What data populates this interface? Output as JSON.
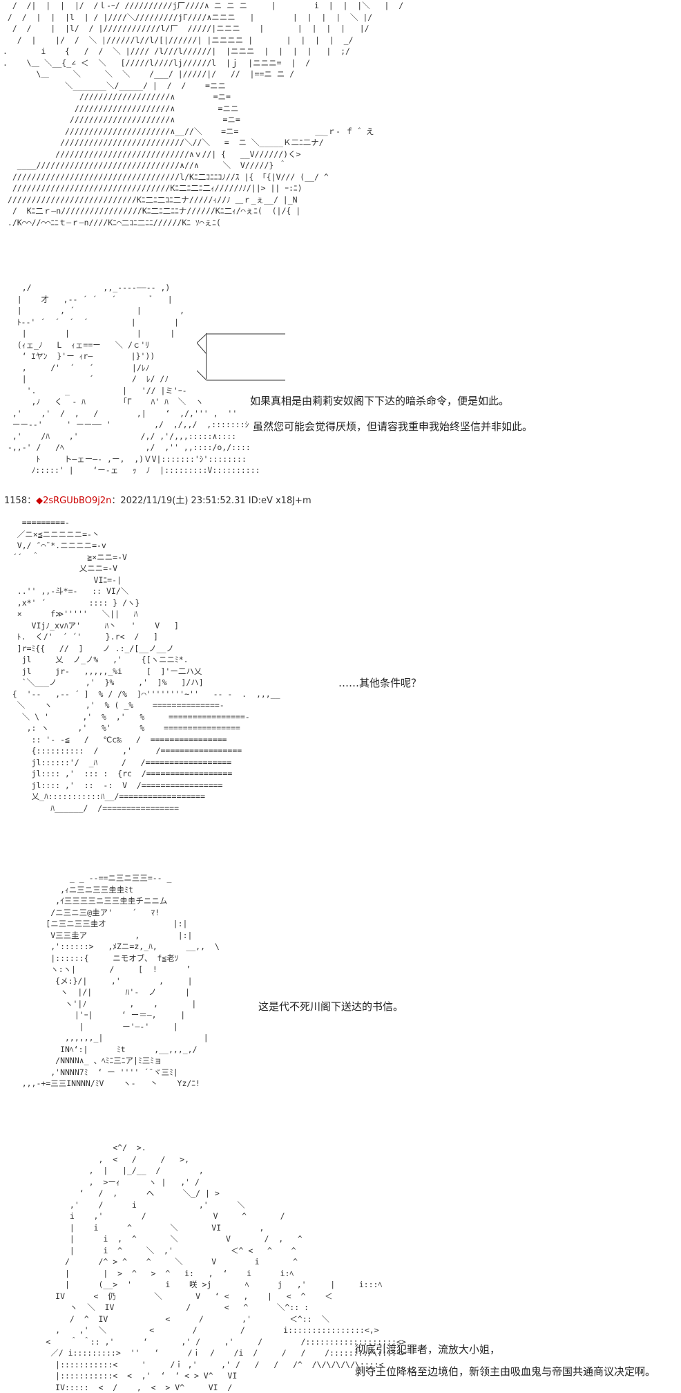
{
  "art_blocks": {
    "city": "  /  /|  |  |  |/  /ｌ-ｰ/ //////////j厂////∧ ニ ニ ニ     |        i  |  |  |＼   |  /\n /  /  |  |  |l  | / |////＼/////////jГ////∧ニニニ   |        |  |  |  |  ＼ |/\n  /  /    |  |l/  / |////////////l/厂  /////|ニニニ    |       |  |  |  |   |/\n   /  |    |/  /  ＼ |//////l//l/[|//////| |ニニニニ |       |  |  |  |  _/\n.       i    {   /  /  ＼ |//// /l///l//////|  |ニニニ  |  |  |  |   |  ;/\n.    \\＿ ＼__{_∠ ＜  ＼   [/////l////lj//////l  |ｊ  |ニニニ=  |  /\n       \\＿     ＼     ＼  ＼    /___/ |/////|/   //  |==ニ ニ /\n             ＼_______＼/_____/ |  /  /    =ニニ\n                ///////////////////∧        =ニ=\n               ////////////////////∧         =ニニ\n              /////////////////////∧          =ニ=\n             //////////////////////∧__//＼    =ニ=                ＿_ｒ- ｆ ゛え\n            //////////////////////////＼//＼   =  ニ ＼_____Ｋ二ﾆ二ナ/\n           ////////////////////////////∧ｖ//| {   __V//////)く>\n   ____//////////////////////////////∧//∧     ＼  V/////} ＾\n  ///////////////////////////////////l/Kﾆ二ｺﾆﾆｺﾉ//ｽ |{ 「{|V/// (__/ ^\n  /////////////////////////////////Kﾆ二ﾆ二ﾆ二ｨ/////ﾉﾉ/||> || ｰ:ﾆ)\n ///////////////////////////Kﾆ二ﾆ二ｺﾆ二ナ/////ｨ//ﾉ ＿ｒ_ぇ__/ |_N\n  /  Kﾆ二ｒ—n/////////////////Kﾆ二ﾆ二ﾆﾆナ//////Kﾆ二ｨ/⌒ぇﾆ(  (|/{ |\n ./K⌒⌒//⌒⌒ﾆﾆｔ—ｒ—n////Kﾆ⌒二ｺﾆ二ﾆﾆ//////Kﾆ ｿ⌒ぇﾆ(",
    "man": "    ,/               ,,_----——-- ,)\n   |    才   ,-- ´ ´   ´       ﾞ   |\n   |        , ´             |        ,\n   ﾄ--' ´  ´  ´  ´         |        |\n    |        |              |      |\n   (ｨェ_ﾉ   L  ｨェ==ー   ＼ /ｃ'ﾘ\n    ‘ ｴヤﾝ  }'ー ｨr—        |}'))\n    ,     /'  ´   ´        |/ﾚﾉ\n    |             ´        /  ﾚ/ /ﾉ\n     '.      _           |   '// |ミ'ｰ-\n      ,ﾉ   く  - ﾊ       「Γ    ﾊ' ﾊ  ＼  ヽ\n  ,'    ,'  /  ,   /        ,|    ‘  ,/,''' ,  '' \n  ーー--'     ' ーー—— '         ,/  ,/,,/  ,:::::::ｼ\n  ,'    /ﾊ    ,'             /,/ ,'/,,,:::::∧::::\n -,,-' /   /ﾍ                 ,/  ,'' ,,::::/o,/::::\n       ﾄ     ト—ェー—- ,ー,  ,)ＶV|:::::::'ｼ'::::::::\n      ﾉ:::::' |    ‘ー-ェ   ｯ  ﾉ  |:::::::::V::::::::::",
    "glasses": "    =========-\n   ／ニ×≦ニニニニニ=-丶\n   V,/ ″⌒¨*.ニニニニ=-v\n  ´´  ＾          ≧×ニニ=-V\n                乂ニニ=-V\n                   VIﾆ=-|\n   ..'' ,,-斗*=-   :: VI/＼\n   ,x*' ´         :::: } /ヽ}\n   ×      f≫'''''   ＼||   ﾊ\n      VIjﾉ_xvﾊア'     ﾊ丶   '    V   ]\n   ﾄ.  く/'  ´ ´'     }.r<  /   ]\n   ]r=ﾐ{{   //  ]    ノ .:_/[__ノ__ノ\n    jl     乂  ノ_ノ%   ,'    {[ヽニニﾐ*.\n    jl     jr-   ,,,,,_%i     [  ]'ー二ハ乂\n    `＼___ノ      ,'  }%     ,'  ]%   ]/ハ]\n  {  '--   ,-- ´ ]  % / /%  ]⌒''''''''~''   -- -  .  ,,,__\n   ＼    ヽ       ,'  % ( _%    ==============-\n    ＼ \\ '       ,'  %  ,'   %     ================-\n     ,: ヽ      ,'   %'      %    ================\n      :: '- -≦   /   ℃c‰   /  ================\n      {::::::::::  /     ,'     /=================\n      jl::::::'/  _ﾊ     /   /==================\n      jl:::: ,'  ::: :  {rc  /==================\n      jl:::: ,'  ::  -:  V  /=================\n      乂_ﾊ:::::::::::ﾊ__/==================\n          ﾊ______/  /================",
    "letter": "              _ _ --==ニ三ニ三三=-- _\n            ,ｨニ三ニ三三圭圭ﾐt\n           ,ｲ三三三三ニ三三圭圭チニニム\n          /ニ三ニ三@圭ア'    ´   ﾏ!\n         [ニ三ニ三三圭オ              |:|\n          V三三圭ア          ,        |:|\n          ,'::::::>   ,ﾒZニ=z,_ﾊ,      __,,  \\\n          |::::::{     ニモオブ、 f≦老ｿ\n          ヽ:ヽ|       /     [  !      ’\n           {メ:}/|     ,'        ,     |\n            ヽ  |/|       ﾊ'-  ノ      |\n             ヽ'|ﾉ         ,    ,       |\n               |'ｰ|      ‘ ー＝—,     |\n                |        ー'—-'     |\n             ,,,,,,_|                     |\n            INﾍ‘:|      ﾐt      ,__,,,_,/\n           /NNNN∧_ 、ﾍﾐﾆ三ﾆア|ﾐ三ﾐョ\n          ,'NNNN7ﾐ  ‘ ー '''' ´¨ヾ三ﾐ|\n    ,,,-+=三三INNNN/ﾐV    ヽ-   丶    Yz/ﾆ!",
    "final": "                       <^/  >.\n                    ,  <   /     /   >,\n                  ,  |   |_/__  /        ,\n                  ,  >ーｨ      ヽ |   ,' /\n                ‘   /  ,      ヘ      ＼_/ | >\n              ,'    /      i             ,'      ＼\n              i    ,'        /              V     ^       /\n              |    i      ^        ＼       VI        ,\n              |      i  ,  ^       ＼          V       /  ,   ^\n              |      i  ^     ＼  ,'            ＜^ <   ^    ^\n             /      /^ > ^    ^     ＼      V        i       ^\n             |       |  >  ^   >  ^   i:   ,  ‘    i      i:ﾍ\n             |      (__>  '       i    咲 >j       ﾍ      j   ,'     |     i:::ﾍ\n           IV      <  仍        ＼       V   ‘ <   ,    |   <  ^    ＜\n              ヽ  ＼  IV               /       <   ^      ＼^:: :\n              /  ^  IV            <      /        ,'        ＜^::  ＼\n           ,    ,'  ＼         <        /         /        i::::::::::::::::<,>\n         <    ＾ ＾:: ,'      ‘       ,' /     ,'     /        /:::::::::::::::::::<>\n          ／/ i:::::::::>  ''   ‘      /ｉ  /    /i  /     /   /    /::::::::/\\::::<>\n           |:::::::::::<     '     /ｉ ,'     ,' /   /   /   /^  /\\/\\/\\/\\/\\::::<\n           |:::::::::::<  <  ,'  ‘  ‘ < > V^   VI\n           IV:::::  <  /    ,  <  > V^     VI  /"
  },
  "dialogue": {
    "man_line1": "如果真相是由莉莉安奴阁下下达的暗杀命令，便是如此。",
    "man_line2": "虽然您可能会觉得厌烦，但请容我重申我始终坚信并非如此。",
    "glasses_line1": "……其他条件呢？",
    "letter_line1": "这是代不死川阁下送达的书信。",
    "final_line1": "彻底引渡犯罪者，流放大小姐，",
    "final_line2": "剥夺王位降格至边境伯，新领主由吸血鬼与帝国共通商议决定啊。"
  },
  "post_header": {
    "number": "1158",
    "separator": "：",
    "diamond": "◆",
    "tripcode": "2sRGUbBO9j2n",
    "datetime": "：2022/11/19(土) 23:51:52.31 ID:eV x18J+m"
  },
  "colors": {
    "text": "#222222",
    "art": "#333333",
    "trip": "#cc0000",
    "background": "#ffffff"
  }
}
